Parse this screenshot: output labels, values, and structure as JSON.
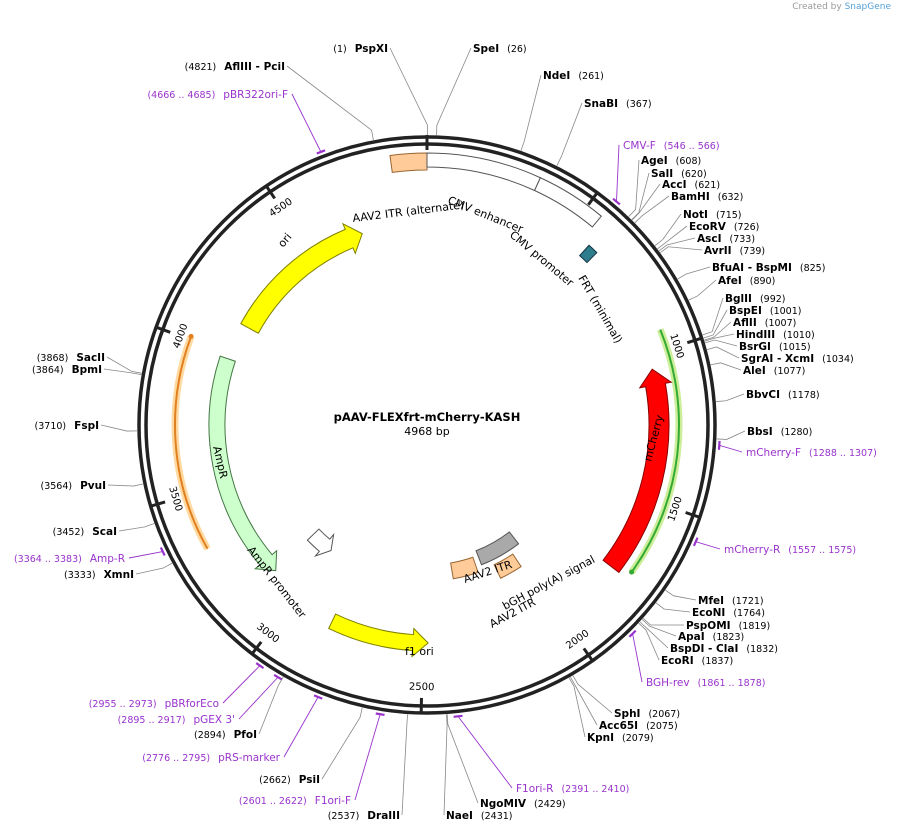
{
  "credit": {
    "prefix": "Created by",
    "brand": "SnapGene"
  },
  "plasmid": {
    "name": "pAAV-FLEXfrt-mCherry-KASH",
    "length_label": "4968 bp",
    "length": 4968
  },
  "colors": {
    "ori": "#ffff00",
    "ori_stroke": "#7f7f00",
    "itr": "#ffcc99",
    "itr_stroke": "#996633",
    "cmv": "#ffffff",
    "frt": "#2e7d8c",
    "mcherry": "#ff0000",
    "ampr": "#ccffcc",
    "ampr_stroke": "#447744",
    "bgh": "#a9a9a9",
    "primer": "#9933cc",
    "orf_green": "#33aa33",
    "orf_orange": "#e08020"
  },
  "ticks": [
    {
      "pos": 500,
      "label": "500"
    },
    {
      "pos": 1000,
      "label": "1000"
    },
    {
      "pos": 1500,
      "label": "1500"
    },
    {
      "pos": 2000,
      "label": "2000"
    },
    {
      "pos": 2500,
      "label": "2500"
    },
    {
      "pos": 3000,
      "label": "3000"
    },
    {
      "pos": 3500,
      "label": "3500"
    },
    {
      "pos": 4000,
      "label": "4000"
    },
    {
      "pos": 4500,
      "label": "4500"
    }
  ],
  "features": [
    {
      "name": "AAV2 ITR (alternate)",
      "start": 4860,
      "end": 4968,
      "type": "itr"
    },
    {
      "name": "CMV enhancer",
      "start": 4968,
      "end": 340,
      "type": "cmv"
    },
    {
      "name": "CMV promoter",
      "start": 340,
      "end": 550,
      "type": "cmv"
    },
    {
      "name": "FRT (minimal)",
      "start": 580,
      "end": 615,
      "type": "frt"
    },
    {
      "name": "mCherry",
      "start": 1050,
      "end": 1760,
      "type": "mcherry",
      "dir": -1
    },
    {
      "name": "bGH poly(A) signal",
      "start": 1965,
      "end": 2190,
      "type": "bgh"
    },
    {
      "name": "AAV2 ITR",
      "start": 2220,
      "end": 2350,
      "type": "itr"
    },
    {
      "name": "AAV2 ITR",
      "start": 2020,
      "end": 2130,
      "type": "itr"
    },
    {
      "name": "f1 ori",
      "start": 2480,
      "end": 2840,
      "type": "ori",
      "dir": -1
    },
    {
      "name": "AmpR promoter",
      "start": 3000,
      "end": 3120,
      "type": "cmv",
      "dir": -1
    },
    {
      "name": "AmpR",
      "start": 3120,
      "end": 3980,
      "type": "ampr",
      "dir": -1
    },
    {
      "name": "ori",
      "start": 4120,
      "end": 4710,
      "type": "ori",
      "dir": 1
    }
  ],
  "orfs": [
    {
      "start": 935,
      "end": 1735,
      "type": "green"
    },
    {
      "start": 3320,
      "end": 4010,
      "type": "orange"
    }
  ],
  "site_labels": [
    {
      "name": "PspXI",
      "pos_label": "(1)",
      "order": "pos-first",
      "pos": 1
    },
    {
      "name": "SpeI",
      "pos_label": "(26)",
      "order": "name-first",
      "pos": 26
    },
    {
      "name": "AflIII - PciI",
      "pos_label": "(4821)",
      "order": "pos-first",
      "pos": 4821
    },
    {
      "name": "NdeI",
      "pos_label": "(261)",
      "order": "name-first",
      "pos": 261
    },
    {
      "name": "SnaBI",
      "pos_label": "(367)",
      "order": "name-first",
      "pos": 367
    },
    {
      "name": "AgeI",
      "pos_label": "(608)",
      "order": "name-first",
      "pos": 608
    },
    {
      "name": "SalI",
      "pos_label": "(620)",
      "order": "name-first",
      "pos": 620
    },
    {
      "name": "AccI",
      "pos_label": "(621)",
      "order": "name-first",
      "pos": 621
    },
    {
      "name": "BamHI",
      "pos_label": "(632)",
      "order": "name-first",
      "pos": 632
    },
    {
      "name": "NotI",
      "pos_label": "(715)",
      "order": "name-first",
      "pos": 715
    },
    {
      "name": "EcoRV",
      "pos_label": "(726)",
      "order": "name-first",
      "pos": 726
    },
    {
      "name": "AscI",
      "pos_label": "(733)",
      "order": "name-first",
      "pos": 733
    },
    {
      "name": "AvrII",
      "pos_label": "(739)",
      "order": "name-first",
      "pos": 739
    },
    {
      "name": "BfuAI - BspMI",
      "pos_label": "(825)",
      "order": "name-first",
      "pos": 825
    },
    {
      "name": "AfeI",
      "pos_label": "(890)",
      "order": "name-first",
      "pos": 890
    },
    {
      "name": "BglII",
      "pos_label": "(992)",
      "order": "name-first",
      "pos": 992
    },
    {
      "name": "BspEI",
      "pos_label": "(1001)",
      "order": "name-first",
      "pos": 1001
    },
    {
      "name": "AflII",
      "pos_label": "(1007)",
      "order": "name-first",
      "pos": 1007
    },
    {
      "name": "HindIII",
      "pos_label": "(1010)",
      "order": "name-first",
      "pos": 1010
    },
    {
      "name": "BsrGI",
      "pos_label": "(1015)",
      "order": "name-first",
      "pos": 1015
    },
    {
      "name": "SgrAI - XcmI",
      "pos_label": "(1034)",
      "order": "name-first",
      "pos": 1034
    },
    {
      "name": "AleI",
      "pos_label": "(1077)",
      "order": "name-first",
      "pos": 1077
    },
    {
      "name": "BbvCI",
      "pos_label": "(1178)",
      "order": "name-first",
      "pos": 1178
    },
    {
      "name": "BbsI",
      "pos_label": "(1280)",
      "order": "name-first",
      "pos": 1280
    },
    {
      "name": "MfeI",
      "pos_label": "(1721)",
      "order": "name-first",
      "pos": 1721
    },
    {
      "name": "EcoNI",
      "pos_label": "(1764)",
      "order": "name-first",
      "pos": 1764
    },
    {
      "name": "PspOMI",
      "pos_label": "(1819)",
      "order": "name-first",
      "pos": 1819
    },
    {
      "name": "ApaI",
      "pos_label": "(1823)",
      "order": "name-first",
      "pos": 1823
    },
    {
      "name": "BspDI - ClaI",
      "pos_label": "(1832)",
      "order": "name-first",
      "pos": 1832
    },
    {
      "name": "EcoRI",
      "pos_label": "(1837)",
      "order": "name-first",
      "pos": 1837
    },
    {
      "name": "SphI",
      "pos_label": "(2067)",
      "order": "name-first",
      "pos": 2067
    },
    {
      "name": "Acc65I",
      "pos_label": "(2075)",
      "order": "name-first",
      "pos": 2075
    },
    {
      "name": "KpnI",
      "pos_label": "(2079)",
      "order": "name-first",
      "pos": 2079
    },
    {
      "name": "NgoMIV",
      "pos_label": "(2429)",
      "order": "name-first",
      "pos": 2429
    },
    {
      "name": "NaeI",
      "pos_label": "(2431)",
      "order": "name-first",
      "pos": 2431
    },
    {
      "name": "DraIII",
      "pos_label": "(2537)",
      "order": "pos-first",
      "pos": 2537
    },
    {
      "name": "PsiI",
      "pos_label": "(2662)",
      "order": "pos-first",
      "pos": 2662
    },
    {
      "name": "PfoI",
      "pos_label": "(2894)",
      "order": "pos-first",
      "pos": 2894
    },
    {
      "name": "XmnI",
      "pos_label": "(3333)",
      "order": "pos-first",
      "pos": 3333
    },
    {
      "name": "ScaI",
      "pos_label": "(3452)",
      "order": "pos-first",
      "pos": 3452
    },
    {
      "name": "PvuI",
      "pos_label": "(3564)",
      "order": "pos-first",
      "pos": 3564
    },
    {
      "name": "FspI",
      "pos_label": "(3710)",
      "order": "pos-first",
      "pos": 3710
    },
    {
      "name": "BpmI",
      "pos_label": "(3864)",
      "order": "pos-first",
      "pos": 3864
    },
    {
      "name": "SacII",
      "pos_label": "(3868)",
      "order": "pos-first",
      "pos": 3868
    }
  ],
  "primer_labels": [
    {
      "name": "pBR322ori-F",
      "range": "(4666 .. 4685)",
      "order": "pos-first",
      "pos": 4675
    },
    {
      "name": "CMV-F",
      "range": "(546 .. 566)",
      "order": "name-first",
      "pos": 556
    },
    {
      "name": "mCherry-F",
      "range": "(1288 .. 1307)",
      "order": "name-first",
      "pos": 1297
    },
    {
      "name": "mCherry-R",
      "range": "(1557 .. 1575)",
      "order": "name-first",
      "pos": 1566
    },
    {
      "name": "BGH-rev",
      "range": "(1861 .. 1878)",
      "order": "name-first",
      "pos": 1869
    },
    {
      "name": "F1ori-R",
      "range": "(2391 .. 2410)",
      "order": "name-first",
      "pos": 2400
    },
    {
      "name": "F1ori-F",
      "range": "(2601 .. 2622)",
      "order": "pos-first",
      "pos": 2611
    },
    {
      "name": "pRS-marker",
      "range": "(2776 .. 2795)",
      "order": "pos-first",
      "pos": 2785
    },
    {
      "name": "pGEX 3'",
      "range": "(2895 .. 2917)",
      "order": "pos-first",
      "pos": 2906
    },
    {
      "name": "pBRforEco",
      "range": "(2955 .. 2973)",
      "order": "pos-first",
      "pos": 2964
    },
    {
      "name": "Amp-R",
      "range": "(3364 .. 3383)",
      "order": "pos-first",
      "pos": 3373
    }
  ]
}
